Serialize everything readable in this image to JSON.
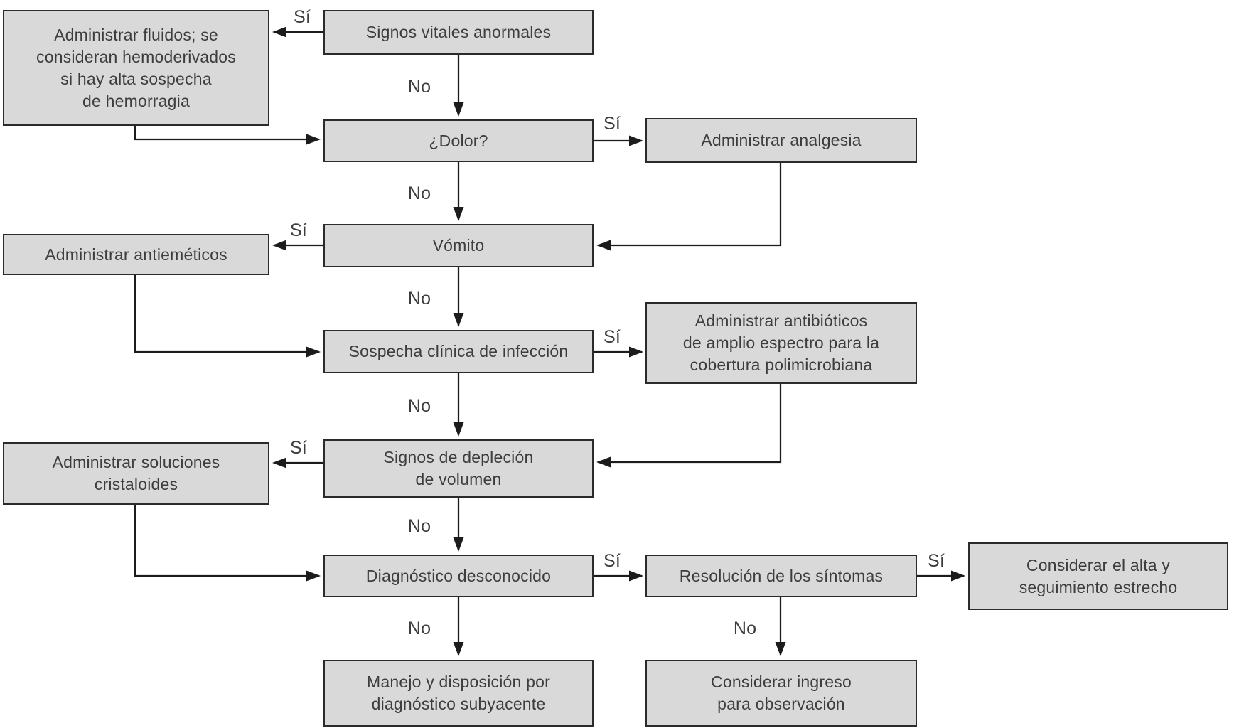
{
  "diagram": {
    "type": "flowchart",
    "language": "es",
    "labels": {
      "yes": "Sí",
      "no": "No"
    },
    "colors": {
      "box_fill": "#d9d9d9",
      "box_border": "#2b2b2b",
      "line": "#1c1c1c",
      "text": "#3d3d3d",
      "background": "#ffffff"
    },
    "nodes": [
      {
        "id": "signos-vitales-anormales",
        "text": "Signos vitales anormales"
      },
      {
        "id": "administrar-fluidos",
        "text": "Administrar fluidos; se\nconsideran hemoderivados\nsi hay alta sospecha\nde hemorragia"
      },
      {
        "id": "dolor",
        "text": "¿Dolor?"
      },
      {
        "id": "administrar-analgesia",
        "text": "Administrar analgesia"
      },
      {
        "id": "vomito",
        "text": "Vómito"
      },
      {
        "id": "administrar-antiemeticos",
        "text": "Administrar antieméticos"
      },
      {
        "id": "sospecha-clinica-infeccion",
        "text": "Sospecha clínica de infección"
      },
      {
        "id": "administrar-antibioticos",
        "text": "Administrar antibióticos\nde amplio espectro para la\ncobertura polimicrobiana"
      },
      {
        "id": "signos-deplecion-volumen",
        "text": "Signos de depleción\nde volumen"
      },
      {
        "id": "administrar-soluciones-cristaloides",
        "text": "Administrar soluciones\ncristaloides"
      },
      {
        "id": "diagnostico-desconocido",
        "text": "Diagnóstico desconocido"
      },
      {
        "id": "resolucion-sintomas",
        "text": "Resolución de los síntomas"
      },
      {
        "id": "considerar-alta",
        "text": "Considerar el alta y\nseguimiento estrecho"
      },
      {
        "id": "manejo-disposicion",
        "text": "Manejo y disposición por\ndiagnóstico subyacente"
      },
      {
        "id": "considerar-ingreso",
        "text": "Considerar ingreso\npara observación"
      }
    ],
    "edges": [
      {
        "from": "signos-vitales-anormales",
        "to": "administrar-fluidos",
        "label": "Sí"
      },
      {
        "from": "signos-vitales-anormales",
        "to": "dolor",
        "label": "No"
      },
      {
        "from": "administrar-fluidos",
        "to": "dolor",
        "label": ""
      },
      {
        "from": "dolor",
        "to": "administrar-analgesia",
        "label": "Sí"
      },
      {
        "from": "dolor",
        "to": "vomito",
        "label": "No"
      },
      {
        "from": "administrar-analgesia",
        "to": "vomito",
        "label": ""
      },
      {
        "from": "vomito",
        "to": "administrar-antiemeticos",
        "label": "Sí"
      },
      {
        "from": "vomito",
        "to": "sospecha-clinica-infeccion",
        "label": "No"
      },
      {
        "from": "administrar-antiemeticos",
        "to": "sospecha-clinica-infeccion",
        "label": ""
      },
      {
        "from": "sospecha-clinica-infeccion",
        "to": "administrar-antibioticos",
        "label": "Sí"
      },
      {
        "from": "sospecha-clinica-infeccion",
        "to": "signos-deplecion-volumen",
        "label": "No"
      },
      {
        "from": "administrar-antibioticos",
        "to": "signos-deplecion-volumen",
        "label": ""
      },
      {
        "from": "signos-deplecion-volumen",
        "to": "administrar-soluciones-cristaloides",
        "label": "Sí"
      },
      {
        "from": "signos-deplecion-volumen",
        "to": "diagnostico-desconocido",
        "label": "No"
      },
      {
        "from": "administrar-soluciones-cristaloides",
        "to": "diagnostico-desconocido",
        "label": ""
      },
      {
        "from": "diagnostico-desconocido",
        "to": "resolucion-sintomas",
        "label": "Sí"
      },
      {
        "from": "diagnostico-desconocido",
        "to": "manejo-disposicion",
        "label": "No"
      },
      {
        "from": "resolucion-sintomas",
        "to": "considerar-alta",
        "label": "Sí"
      },
      {
        "from": "resolucion-sintomas",
        "to": "considerar-ingreso",
        "label": "No"
      }
    ]
  }
}
